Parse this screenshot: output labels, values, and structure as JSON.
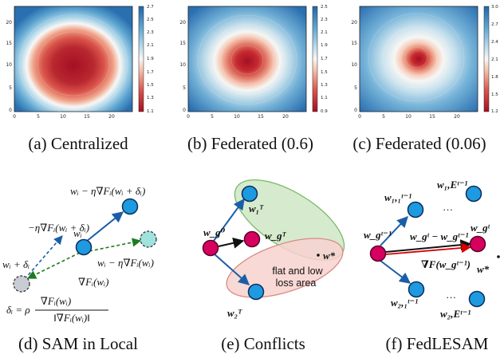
{
  "panels": {
    "a": {
      "caption": "(a)  Centralized",
      "colorbar": [
        "2.7",
        "2.5",
        "2.3",
        "2.1",
        "1.9",
        "1.7",
        "1.5",
        "1.3",
        "1.1"
      ],
      "yticks": [
        "20",
        "15",
        "10",
        "5",
        "0"
      ],
      "xticks": [
        "0",
        "5",
        "10",
        "15",
        "20"
      ]
    },
    "b": {
      "caption": "(b)  Federated (0.6)",
      "colorbar": [
        "2.5",
        "2.3",
        "2.1",
        "1.9",
        "1.7",
        "1.5",
        "1.3",
        "1.1",
        "0.9"
      ],
      "yticks": [
        "20",
        "15",
        "10",
        "5",
        "0"
      ],
      "xticks": [
        "0",
        "5",
        "10",
        "15",
        "20"
      ]
    },
    "c": {
      "caption": "(c)  Federated (0.06)",
      "colorbar": [
        "3.0",
        "2.7",
        "2.4",
        "2.1",
        "1.8",
        "1.5",
        "1.2"
      ],
      "yticks": [
        "20",
        "15",
        "10",
        "5",
        "0"
      ],
      "xticks": [
        "0",
        "5",
        "10",
        "15",
        "20"
      ]
    },
    "d": {
      "caption": "(d)  SAM in Local",
      "label_top": "wᵢ − η∇Fᵢ(wᵢ + δᵢ)",
      "label_left": "−η∇Fᵢ(wᵢ + δᵢ)",
      "label_wi": "wᵢ",
      "label_wid": "wᵢ + δᵢ",
      "label_right": "wᵢ − η∇Fᵢ(wᵢ)",
      "label_grad": "∇Fᵢ(wᵢ)",
      "label_delta_lhs": "δᵢ = ρ",
      "label_delta_num": "∇Fᵢ(wᵢ)",
      "label_delta_den": "‖∇Fᵢ(wᵢ)‖"
    },
    "e": {
      "caption": "(e)  Conflicts",
      "label_w1": "w₁ᵀ",
      "label_wg0": "w_g⁰",
      "label_wgT": "w_gᵀ",
      "label_w2": "w₂ᵀ",
      "label_wstar": "w*",
      "flat_line1": "flat and low",
      "flat_line2": "loss area"
    },
    "f": {
      "caption": "(f)  FedLESAM",
      "label_w11": "w₁,₁ᵗ⁻¹",
      "label_w1E": "w₁,Eᵗ⁻¹",
      "label_wgt1": "w_gᵗ⁻¹",
      "label_diff": "w_gᵗ − w_gᵗ⁻¹",
      "label_wgt": "w_gᵗ",
      "label_grad": "∇F(w_gᵗ⁻¹)",
      "label_wstar": "w*",
      "label_w21": "w₂,₁ᵗ⁻¹",
      "label_w2E": "w₂,Eᵗ⁻¹",
      "dots": "…"
    }
  },
  "colors": {
    "node_blue": "#1e9ae0",
    "node_magenta": "#d6005f",
    "node_cyan": "#9ee3dc",
    "node_grey": "#c8ccd4",
    "arrow_blue": "#1a5ea8",
    "arrow_green": "#1e7a1e",
    "arrow_red": "#d40000",
    "ellipse_green": "#cfe8c4",
    "ellipse_red": "#f7d2cf"
  }
}
